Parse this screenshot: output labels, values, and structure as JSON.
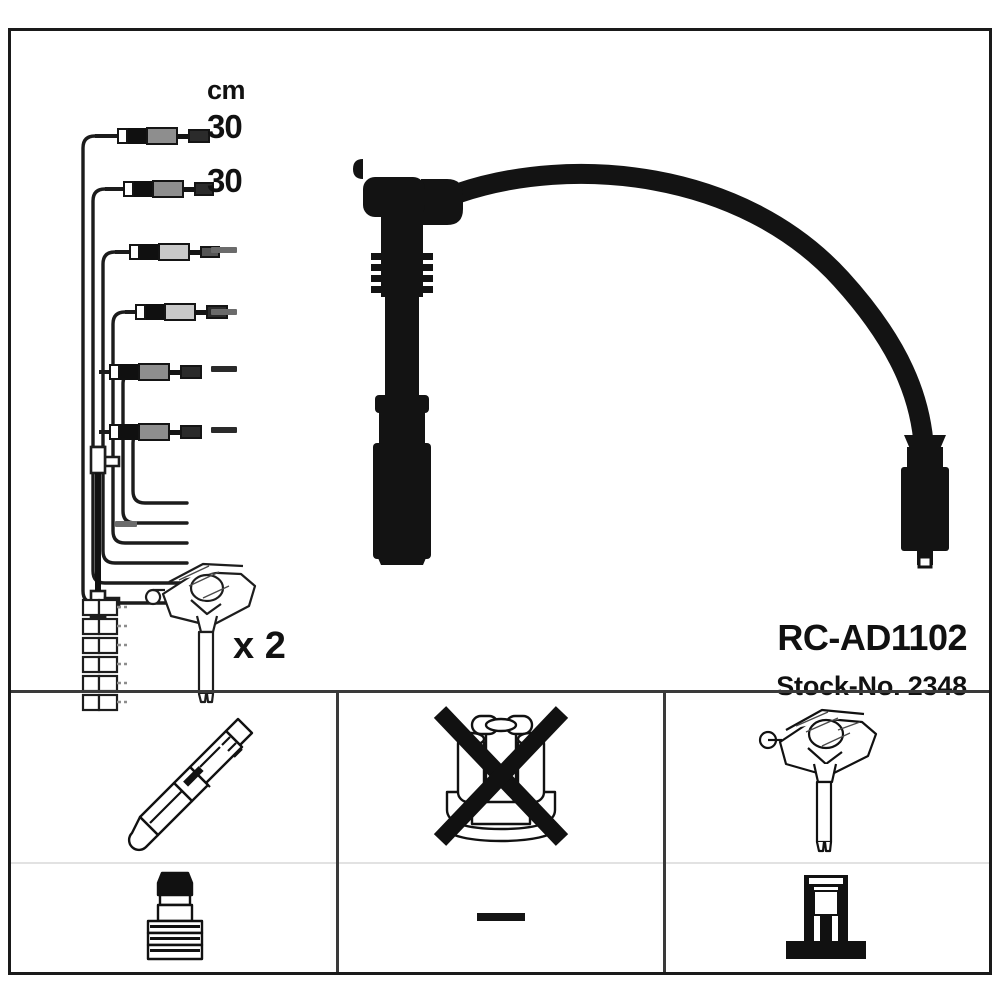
{
  "product": {
    "part_number": "RC-AD1102",
    "stock_label": "Stock-No. 2348",
    "multiplier": "x 2"
  },
  "legend": {
    "unit_header": "cm"
  },
  "cables": [
    {
      "index": 1,
      "length": "30",
      "has_dash": false,
      "dash_shade": null
    },
    {
      "index": 2,
      "length": "30",
      "has_dash": false,
      "dash_shade": null
    },
    {
      "index": 3,
      "length": "",
      "has_dash": true,
      "dash_shade": "grey"
    },
    {
      "index": 4,
      "length": "",
      "has_dash": true,
      "dash_shade": "grey"
    },
    {
      "index": 5,
      "length": "",
      "has_dash": true,
      "dash_shade": "dark"
    },
    {
      "index": 6,
      "length": "",
      "has_dash": true,
      "dash_shade": "dark"
    }
  ],
  "extra_item": {
    "type": "long-cable",
    "dash_marker": true
  },
  "panels": [
    {
      "id": "spark-plug-panel",
      "top_icon": "spark-plug-icon",
      "bottom_icon": "plug-boot-icon",
      "bottom_is_dash": false
    },
    {
      "id": "distributor-cap-panel",
      "top_icon": "distributor-cap-crossed-out-icon",
      "bottom_icon": "dash-icon",
      "bottom_is_dash": true
    },
    {
      "id": "ignition-coil-panel",
      "top_icon": "ignition-coil-icon",
      "bottom_icon": "coil-terminal-icon",
      "bottom_is_dash": false
    }
  ],
  "colors": {
    "ink": "#111111",
    "frame": "#1a1a1a",
    "divider": "#3a3a3a",
    "divider_light": "#e2e2e2",
    "metal": "#8e8e8e",
    "background": "#ffffff"
  }
}
